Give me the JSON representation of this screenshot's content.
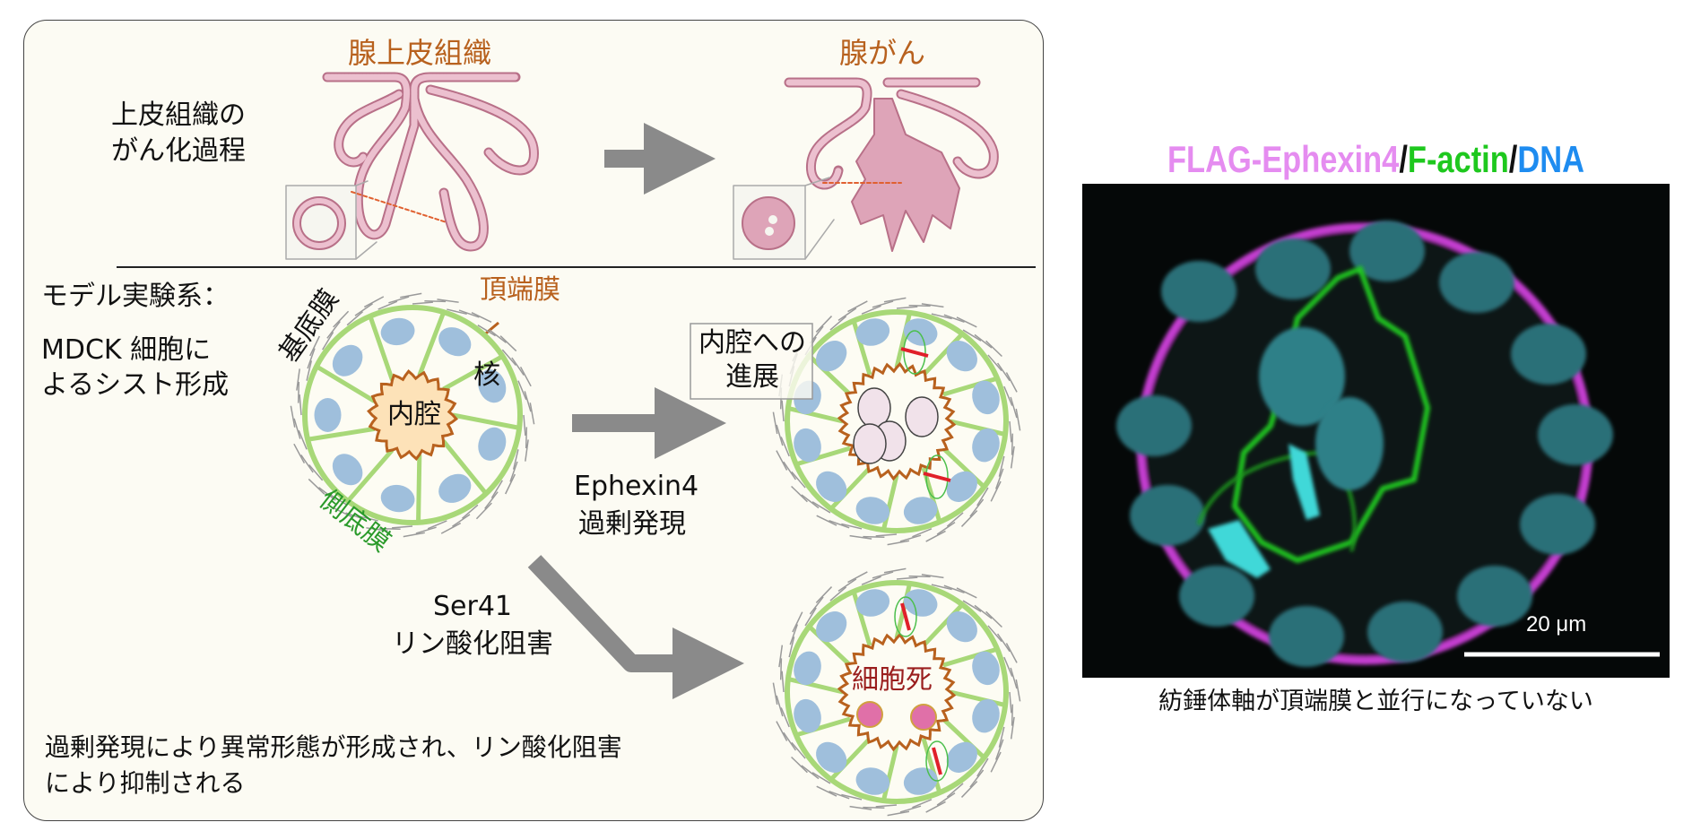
{
  "top": {
    "left_title": "腺上皮組織",
    "right_title": "腺がん",
    "process_label_1": "上皮組織の",
    "process_label_2": "がん化過程"
  },
  "model": {
    "heading": "モデル実験系：",
    "line1": "MDCK 細胞に",
    "line2": "よるシスト形成",
    "apical_label": "頂端膜",
    "basement_label": "基底膜",
    "nucleus_label": "核",
    "lumen_label": "内腔",
    "lateral_label": "側底膜",
    "overexpression_1": "Ephexin4",
    "overexpression_2": "過剰発現",
    "invasion_1": "内腔への",
    "invasion_2": "進展",
    "inhibition_1": "Ser41",
    "inhibition_2": "リン酸化阻害",
    "cell_death": "細胞死",
    "summary_1": "過剰発現により異常形態が形成され、リン酸化阻害",
    "summary_2": "により抑制される"
  },
  "micrograph": {
    "title_parts": [
      {
        "text": "FLAG-Ephexin4",
        "color": "#e58cf0"
      },
      {
        "text": "/",
        "color": "#111111"
      },
      {
        "text": "F-actin",
        "color": "#1ec81e"
      },
      {
        "text": "/",
        "color": "#111111"
      },
      {
        "text": "DNA",
        "color": "#1e8cf0"
      }
    ],
    "scale_bar_label": "20 μm",
    "caption": "紡錘体軸が頂端膜と並行になっていない"
  },
  "colors": {
    "panel_bg": "#fcfbf3",
    "gland": "#e9b9c8",
    "gland_edge": "#b87088",
    "membrane_green": "#a8d878",
    "apical_orange": "#b8611e",
    "nucleus_blue": "#9fbfdc",
    "arrow_gray": "#8a8a8a"
  }
}
